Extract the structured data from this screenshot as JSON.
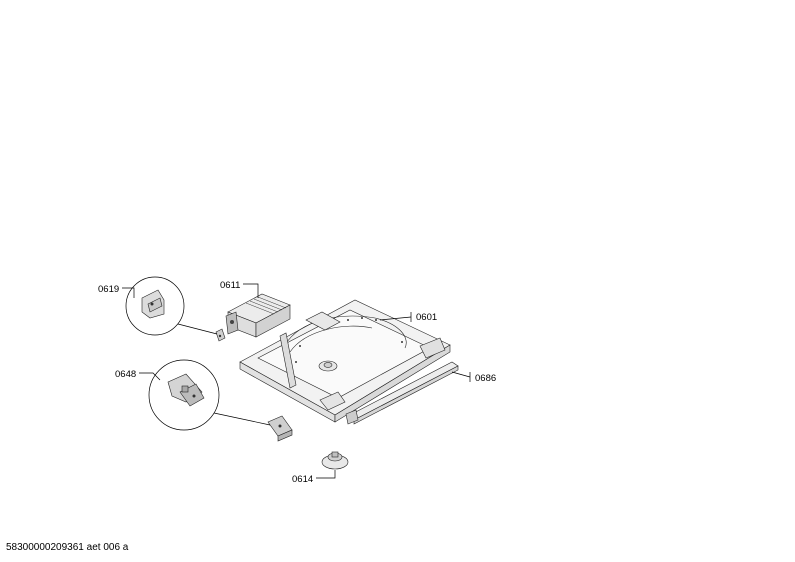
{
  "parts": {
    "p0601": "0601",
    "p0611": "0611",
    "p0614": "0614",
    "p0619": "0619",
    "p0648": "0648",
    "p0686": "0686"
  },
  "footer": {
    "document_id": "58300000209361 aet 006 a"
  }
}
